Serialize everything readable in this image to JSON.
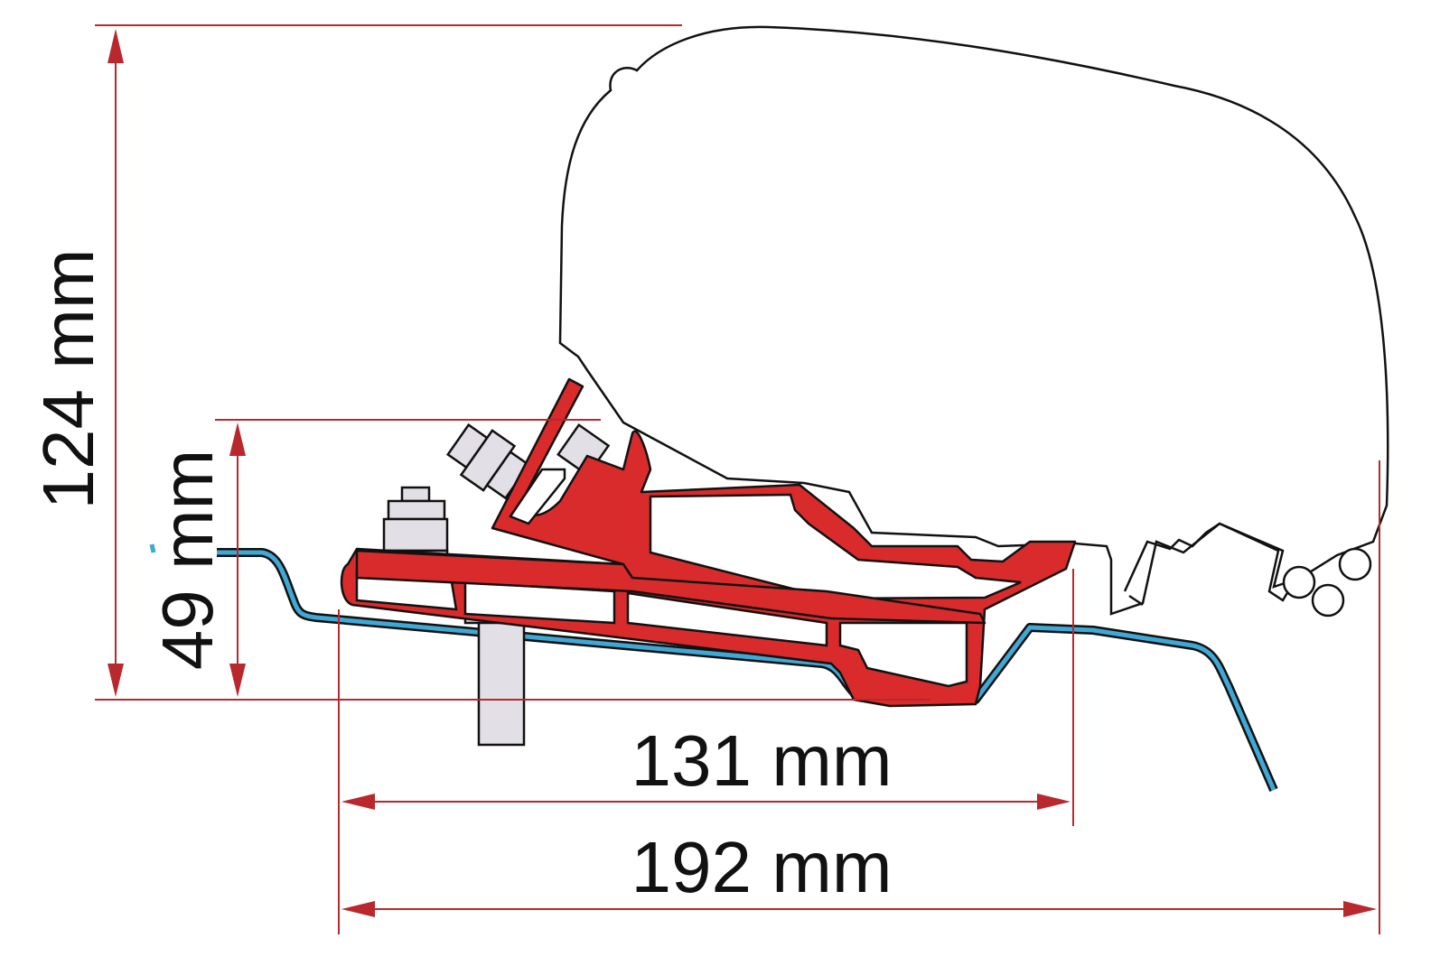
{
  "dimensions": {
    "height_total": "124 mm",
    "height_bracket": "49 mm",
    "width_bracket": "131 mm",
    "width_total": "192 mm"
  },
  "colors": {
    "dimension_line": "#b8282c",
    "bracket": "#d92b2b",
    "vehicle_roof": "#3fa8d4",
    "hardware": "#e2e0e6"
  }
}
